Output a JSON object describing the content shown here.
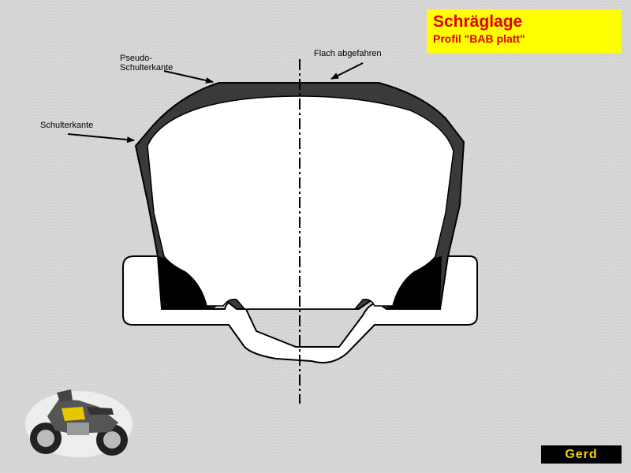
{
  "title": {
    "main": "Schräglage",
    "sub": "Profil \"BAB platt\""
  },
  "labels": {
    "pseudo_shoulder": "Pseudo-\nSchulterkante",
    "shoulder": "Schulterkante",
    "flat_worn": "Flach abgefahren"
  },
  "logo": {
    "text": "Gerd"
  },
  "colors": {
    "title_bg": "#ffff00",
    "title_text": "#e00000",
    "tread": "#3a3a3a",
    "rim_fill": "#ffffff",
    "logo_bg": "#000000",
    "logo_text": "#f4d200"
  },
  "icons": [
    "motorcycle-image",
    "gerd-logo"
  ]
}
